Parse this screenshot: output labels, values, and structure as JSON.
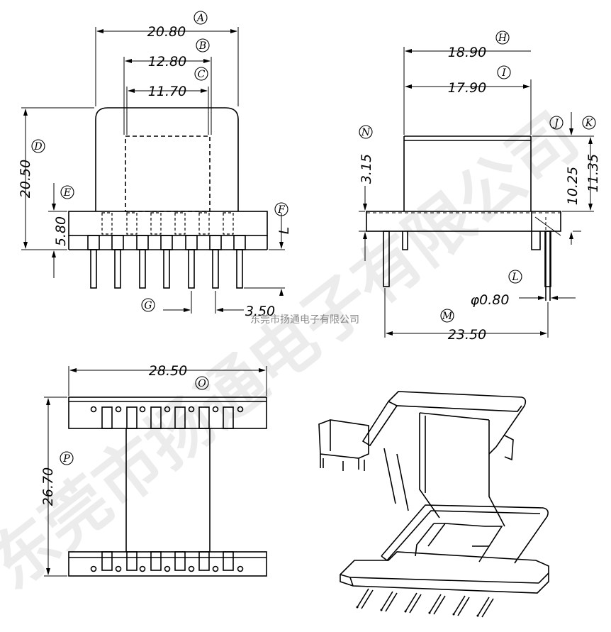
{
  "dimensions": {
    "a": "20.80",
    "b": "12.80",
    "c": "11.70",
    "d": "20.50",
    "e": "5.80",
    "g": "3.50",
    "h": "18.90",
    "i": "17.90",
    "j": "10.25",
    "k": "11.35",
    "n": "3.15",
    "pin": "φ0.80",
    "m": "23.50",
    "o": "28.50",
    "p": "26.70"
  },
  "labels": {
    "A": "A",
    "B": "B",
    "C": "C",
    "D": "D",
    "E": "E",
    "F": "F",
    "G": "G",
    "H": "H",
    "I": "I",
    "J": "J",
    "K": "K",
    "L": "L",
    "M": "M",
    "N": "N",
    "O": "O",
    "P": "P"
  },
  "side_letter": "L",
  "watermark": {
    "big": "东莞市扬通电子有限公司",
    "small": "东莞市扬通电子有限公司"
  }
}
